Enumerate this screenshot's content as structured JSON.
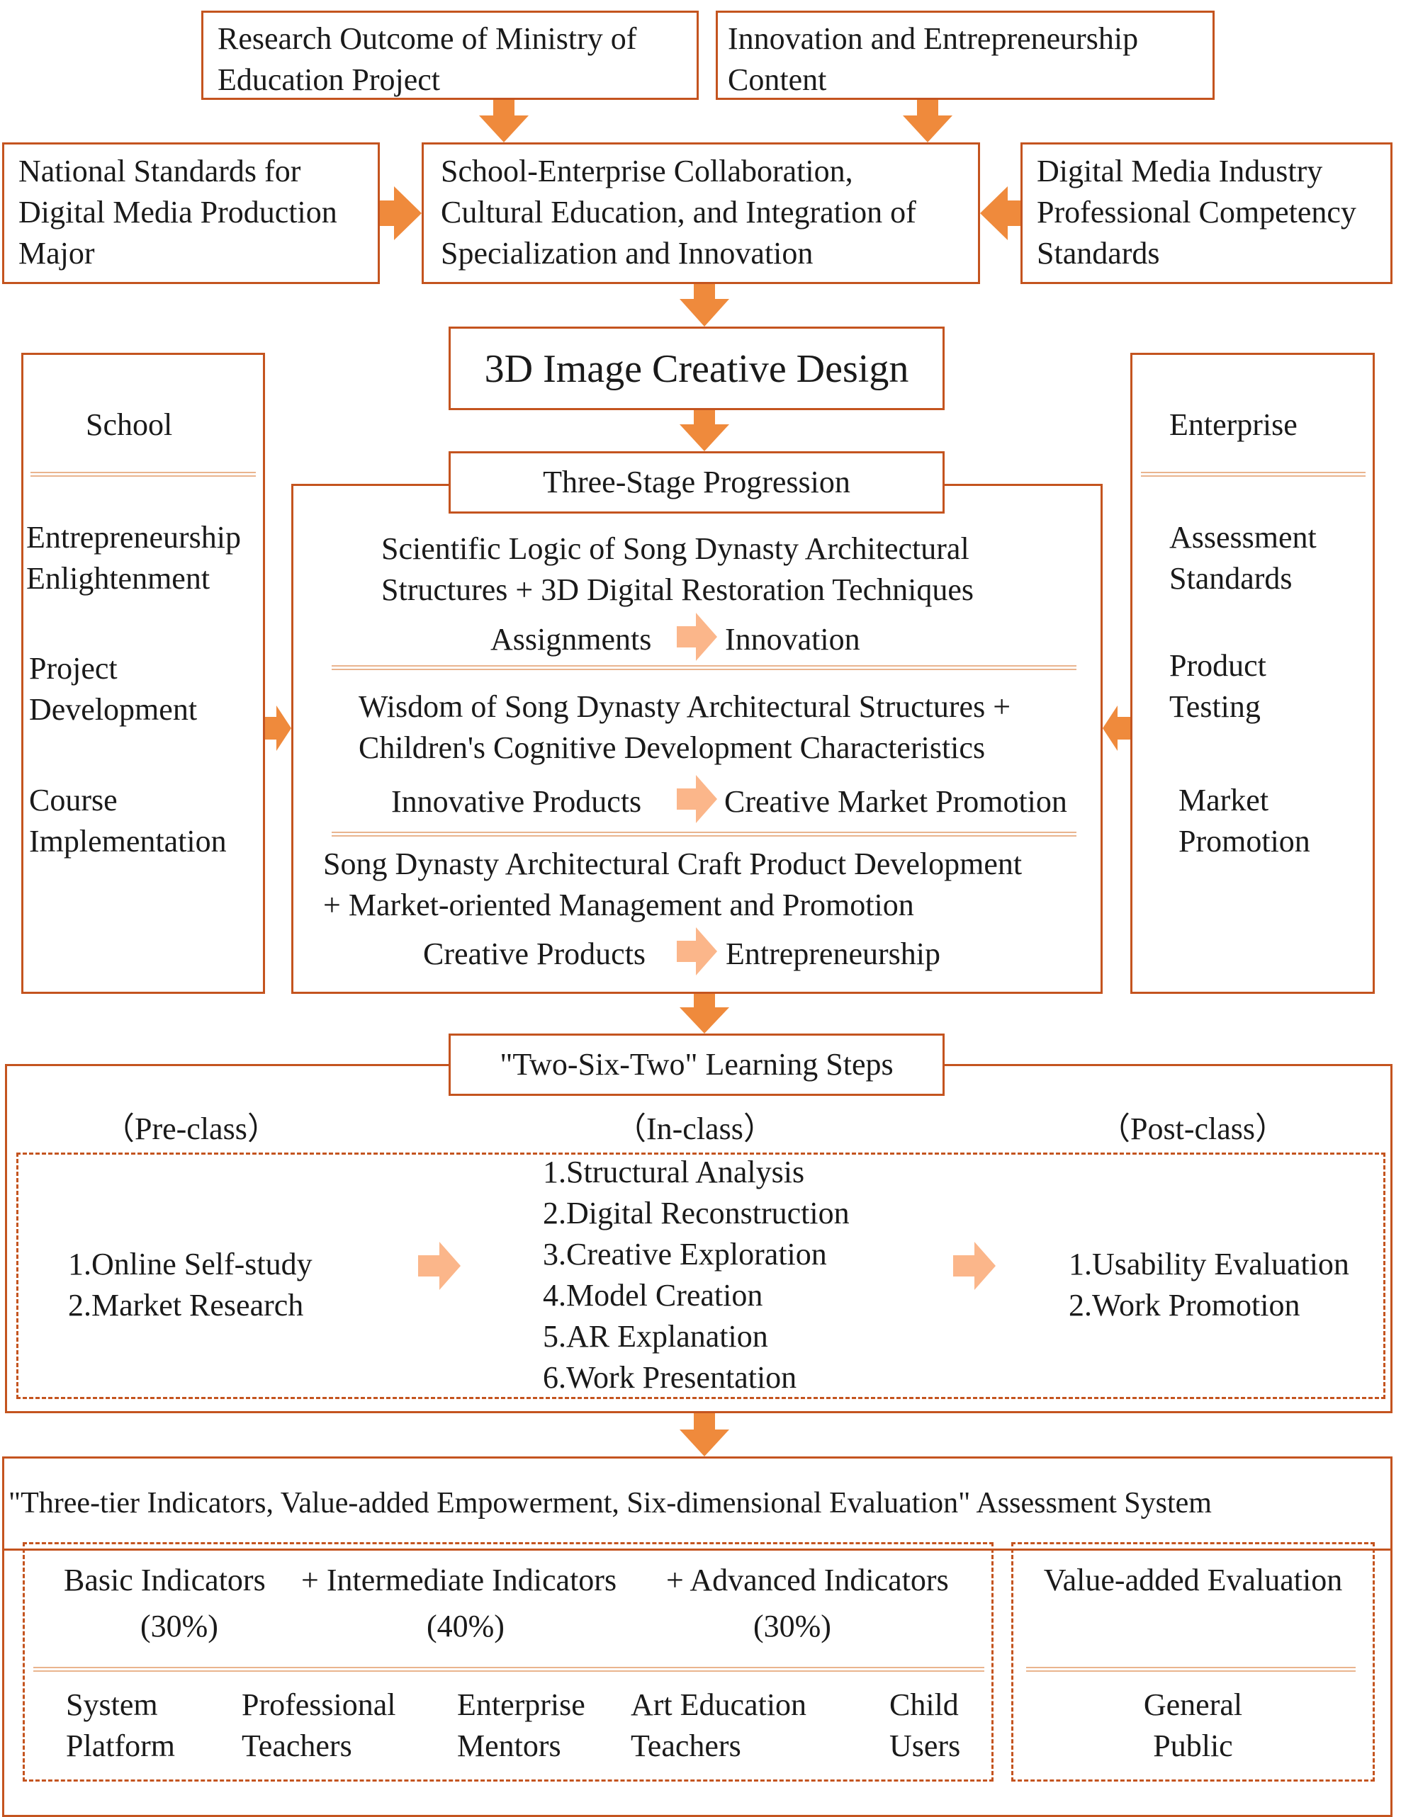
{
  "top": {
    "research_outcome": "Research Outcome of Ministry of\nEducation Project",
    "innovation_content": "Innovation and Entrepreneurship\nContent",
    "national_standards": "National Standards for\nDigital Media Production\nMajor",
    "collaboration": "School-Enterprise Collaboration,\nCultural Education, and Integration of\nSpecialization and Innovation",
    "industry_standards": "Digital Media Industry\nProfessional Competency\nStandards"
  },
  "course_title": "3D Image Creative Design",
  "school": {
    "title": "School",
    "items": [
      "Entrepreneurship\nEnlightenment",
      "Project\nDevelopment",
      "Course\nImplementation"
    ]
  },
  "enterprise": {
    "title": "Enterprise",
    "items": [
      "Assessment\nStandards",
      "Product\nTesting",
      "Market\nPromotion"
    ]
  },
  "three_stage": {
    "title": "Three-Stage Progression",
    "stages": [
      {
        "text": "Scientific Logic of Song Dynasty Architectural\nStructures + 3D Digital Restoration Techniques",
        "from": "Assignments",
        "to": "Innovation"
      },
      {
        "text": "Wisdom of Song Dynasty Architectural Structures +\nChildren's Cognitive Development Characteristics",
        "from": "Innovative Products",
        "to": "Creative Market Promotion"
      },
      {
        "text": "Song Dynasty Architectural Craft Product Development\n+ Market-oriented Management and Promotion",
        "from": "Creative Products",
        "to": "Entrepreneurship"
      }
    ]
  },
  "learning": {
    "title": "\"Two-Six-Two\" Learning Steps",
    "pre_label": "（Pre-class）",
    "in_label": "（In-class）",
    "post_label": "（Post-class）",
    "pre_items": "1.Online Self-study\n2.Market Research",
    "in_items": "1.Structural Analysis\n2.Digital Reconstruction\n3.Creative Exploration\n4.Model Creation\n5.AR Explanation\n6.Work Presentation",
    "post_items": "1.Usability Evaluation\n2.Work Promotion"
  },
  "assessment": {
    "title": "\"Three-tier Indicators, Value-added Empowerment, Six-dimensional Evaluation\" Assessment System",
    "basic": "Basic Indicators",
    "basic_pct": "(30%)",
    "intermediate": "+ Intermediate Indicators",
    "intermediate_pct": "(40%)",
    "advanced": "+ Advanced Indicators",
    "advanced_pct": "(30%)",
    "evaluators": [
      "System\nPlatform",
      "Professional\nTeachers",
      "Enterprise\nMentors",
      "Art Education\nTeachers",
      "Child\nUsers"
    ],
    "value_added": "Value-added Evaluation",
    "public": "General\nPublic"
  },
  "colors": {
    "border": "#c4541f",
    "arrow": "#ef8a3c",
    "light_arrow": "#fbb68a"
  }
}
